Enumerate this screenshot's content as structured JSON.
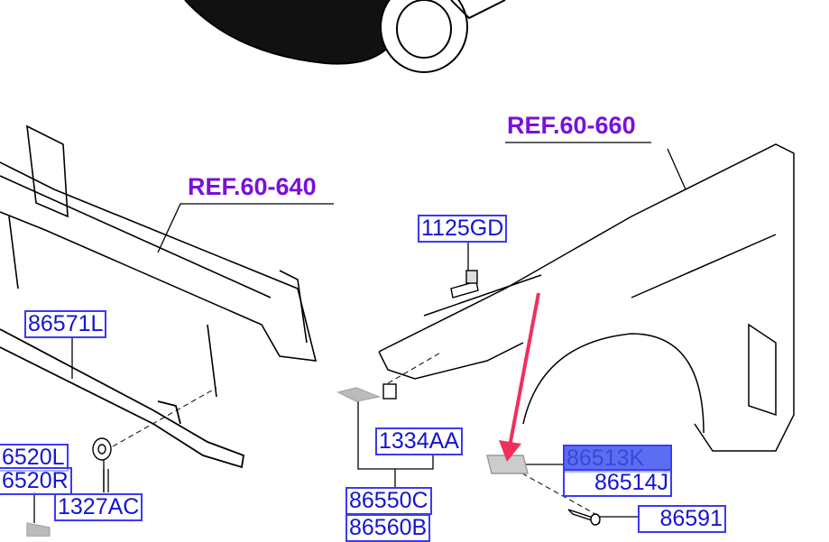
{
  "references": {
    "ref_660": "REF.60-660",
    "ref_640": "REF.60-640"
  },
  "parts": {
    "p1125GD": "1125GD",
    "p86571L": "86571L",
    "p1334AA": "1334AA",
    "p86513K": "86513K",
    "p86514J": "86514J",
    "p86591": "86591",
    "p86550C": "86550C",
    "p86560B": "86560B",
    "p86520L": "6520L",
    "p86520R": "6520R",
    "p1327AC": "1327AC"
  },
  "colors": {
    "label": "#1414d2",
    "ref": "#7a10d8",
    "highlight": "#5b6ef2",
    "arrow": "#f0305a"
  }
}
